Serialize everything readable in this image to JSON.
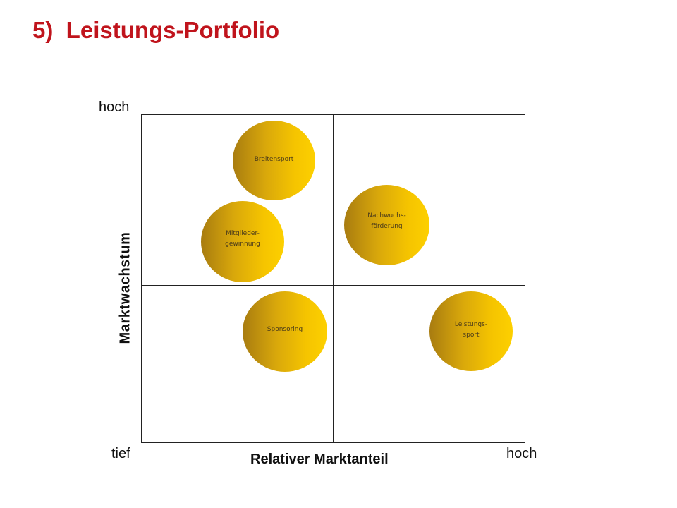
{
  "title": "5)  Leistungs-Portfolio",
  "axes": {
    "y_label": "Marktwachstum",
    "y_high": "hoch",
    "x_label": "Relativer Marktanteil",
    "x_low": "tief",
    "x_high": "hoch"
  },
  "bubbles": {
    "breitensport": "Breitensport",
    "mitglieder": "Mitglieder-\ngewinnung",
    "nachwuchs": "Nachwuchs-\nförderung",
    "sponsoring": "Sponsoring",
    "leistungssport": "Leistungs-\nsport"
  },
  "colors": {
    "title": "#c0141c",
    "bubble_light": "#fdd000",
    "bubble_dark": "#a87c10"
  }
}
